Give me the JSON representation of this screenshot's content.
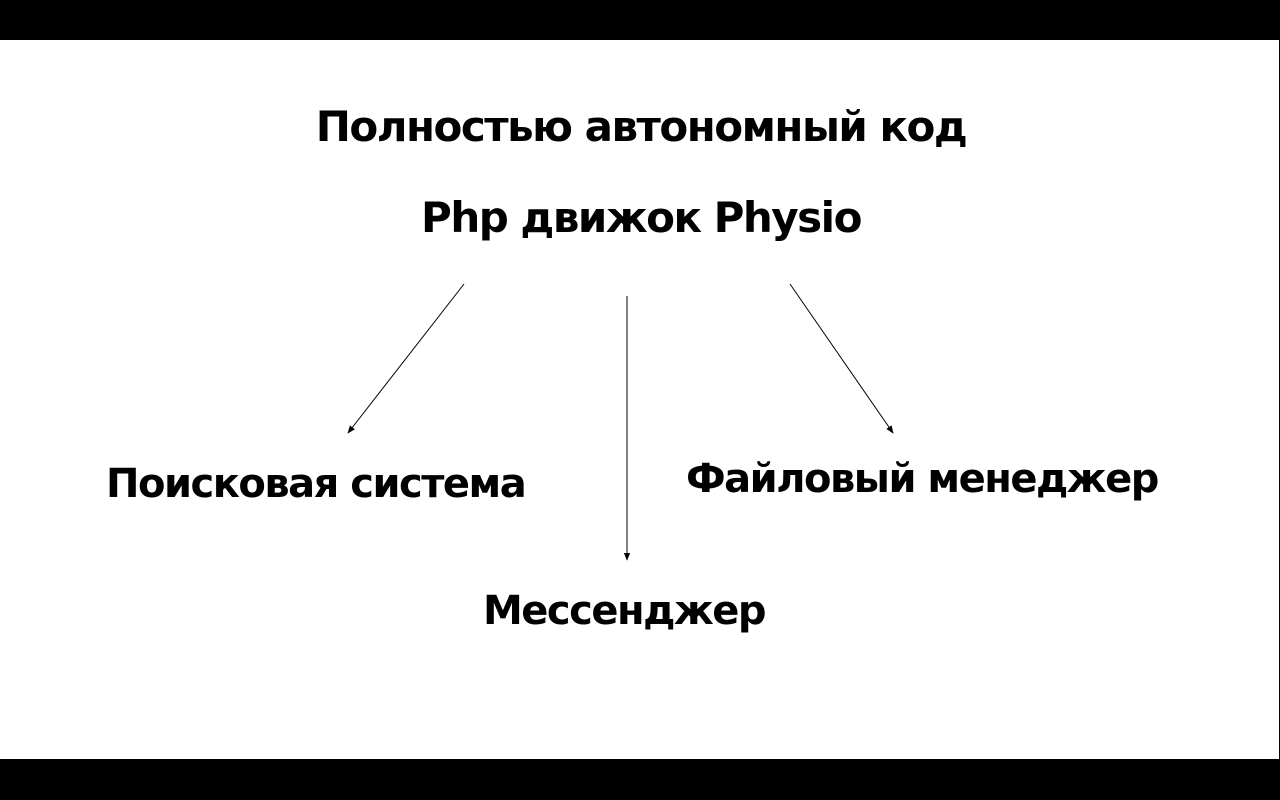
{
  "diagram": {
    "title": "Полностью автономный код",
    "root": "Php движок Physio",
    "children": [
      {
        "id": "search",
        "label": "Поисковая система"
      },
      {
        "id": "messenger",
        "label": "Мессенджер"
      },
      {
        "id": "files",
        "label": "Файловый менеджер"
      }
    ],
    "edges": [
      {
        "from": "root",
        "to": "search"
      },
      {
        "from": "root",
        "to": "messenger"
      },
      {
        "from": "root",
        "to": "files"
      }
    ],
    "colors": {
      "background": "#ffffff",
      "text": "#000000",
      "frame": "#000000"
    }
  }
}
